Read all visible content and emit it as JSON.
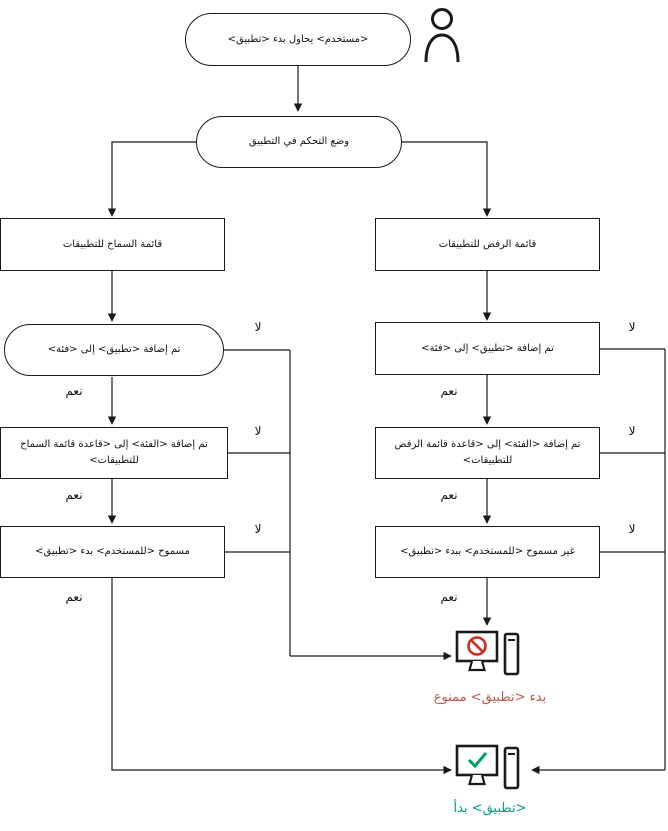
{
  "nodes": {
    "start": "<مستخدم> يحاول بدء <تطبيق>",
    "mode": "وضع التحكم في التطبيق",
    "allowlist": "قائمة السماح للتطبيقات",
    "denylist": "قائمة الرفض للتطبيقات",
    "left_category": "تم إضافة <تطبيق> إلى <فئة>",
    "left_rule": "تم إضافة <الفئة> إلى <قاعدة قائمة السماح للتطبيقات>",
    "left_user": "مسموح <للمستخدم> بدء <تطبيق>",
    "right_category": "تم إضافة <تطبيق> إلى <فئة>",
    "right_rule": "تم إضافة <الفئة> إلى <قاعدة قائمة الرفض للتطبيقات>",
    "right_user": "غير مسموح <للمستخدم> ببدء <تطبيق>"
  },
  "labels": {
    "yes": "نعم",
    "no": "لا"
  },
  "outcomes": {
    "blocked": "بدء <تطبيق> ممنوع",
    "started": "<تطبيق> بدأ"
  },
  "icons": {
    "user": "user-icon",
    "blocked": "computer-blocked-icon",
    "started": "computer-started-icon"
  },
  "colors": {
    "line": "#1a1a1a",
    "blocked": "#c0574f",
    "started": "#00a186",
    "prohibition": "#d12b1f",
    "check": "#00a15f"
  }
}
